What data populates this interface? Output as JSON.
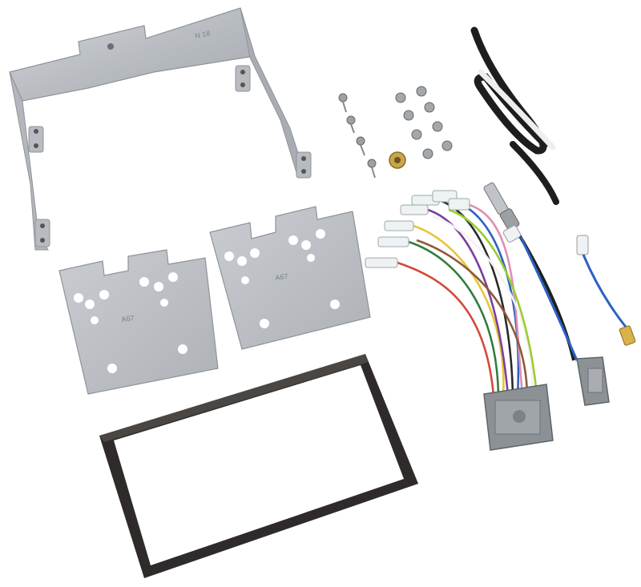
{
  "bracket_markings": {
    "main_bracket": "N 18",
    "side_plate_left": "A67",
    "side_plate_right": "A67"
  },
  "colors": {
    "background": "#ffffff",
    "metal": "#c3c7cc",
    "metal_shadow": "#9ea3a9",
    "frame": "#2e2b2a",
    "connector": "#8c9196"
  },
  "wire_colors": [
    "#d44a3c",
    "#2f7d3c",
    "#e6c63a",
    "#7b3fa0",
    "#2a2a2a",
    "#2b62c4",
    "#e08fb0",
    "#8d5a3a",
    "#f2f2f2",
    "#9acd32"
  ]
}
